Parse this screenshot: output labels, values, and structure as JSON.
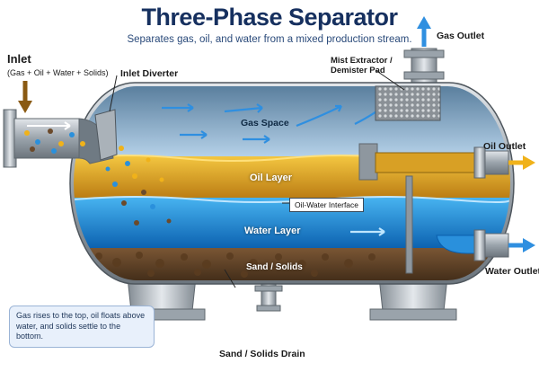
{
  "title": "Three-Phase Separator",
  "subtitle": "Separates gas, oil, and water from a mixed production stream.",
  "inlet": {
    "title": "Inlet",
    "subtitle": "(Gas + Oil + Water + Solids)"
  },
  "labels": {
    "inlet_diverter": "Inlet Diverter",
    "mist_extractor": [
      "Mist Extractor /",
      "Demister Pad"
    ],
    "gas_outlet": "Gas Outlet",
    "gas_space": "Gas Space",
    "oil_layer": "Oil Layer",
    "interface": "Oil-Water Interface",
    "water_layer": "Water Layer",
    "solids": "Sand / Solids",
    "oil_outlet": "Oil Outlet",
    "water_outlet": "Water Outlet",
    "drain": "Sand / Solids Drain"
  },
  "note": "Gas rises to the top, oil floats above water, and solids settle to the bottom.",
  "colors": {
    "title": "#16305f",
    "gas": "#9fc6e6",
    "oil": "#e0a21e",
    "water": "#1f8fdc",
    "solids": "#6b4a2b",
    "steel": "#b9c0c7",
    "arrow_gas": "#2f8fe0",
    "arrow_oil": "#f0b21a",
    "inlet_arrow": "#8a5a12"
  }
}
